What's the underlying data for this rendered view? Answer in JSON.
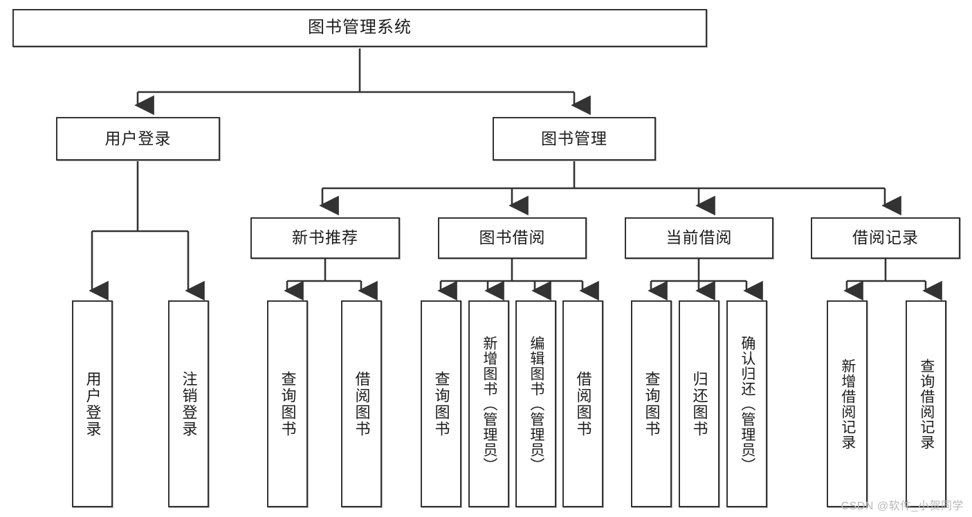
{
  "diagram": {
    "title": "图书管理系统",
    "type": "tree-hierarchy-diagram",
    "watermark": "CSDN @软件_小贺同学",
    "colors": {
      "border": "#333333",
      "fill": "#ffffff",
      "text": "#1c1c1c",
      "connector": "#333333",
      "watermark": "#b9b9b9"
    },
    "root": {
      "label": "图书管理系统"
    },
    "level2": [
      {
        "label": "用户登录"
      },
      {
        "label": "图书管理"
      }
    ],
    "level3": [
      {
        "label": "新书推荐"
      },
      {
        "label": "图书借阅"
      },
      {
        "label": "当前借阅"
      },
      {
        "label": "借阅记录"
      }
    ],
    "leaves": {
      "user_login": [
        {
          "label": "用户登录"
        },
        {
          "label": "注销登录"
        }
      ],
      "new_book_recommend": [
        {
          "label": "查询图书"
        },
        {
          "label": "借阅图书"
        }
      ],
      "book_borrow": [
        {
          "label": "查询图书"
        },
        {
          "label": "新增图书（管理员）"
        },
        {
          "label": "编辑图书（管理员）"
        },
        {
          "label": "借阅图书"
        }
      ],
      "current_borrow": [
        {
          "label": "查询图书"
        },
        {
          "label": "归还图书"
        },
        {
          "label": "确认归还（管理员）"
        }
      ],
      "borrow_record": [
        {
          "label": "新增借阅记录"
        },
        {
          "label": "查询借阅记录"
        }
      ]
    }
  }
}
